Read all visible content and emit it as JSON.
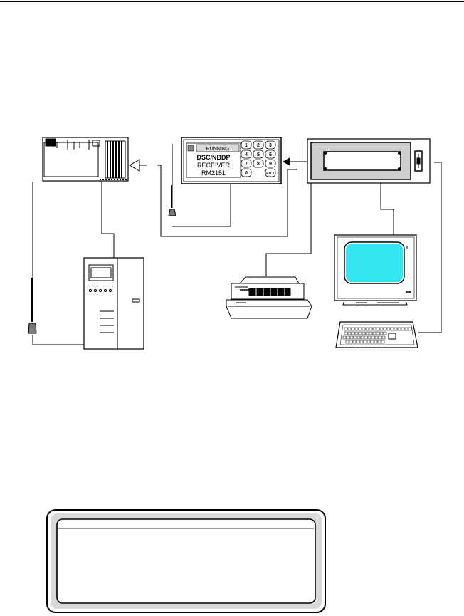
{
  "receiver": {
    "status_label": "RUNNING",
    "title_line1": "DSC/NBDP",
    "title_line2": "RECEIVER",
    "model": "RM2151",
    "keys": [
      "1",
      "2",
      "3",
      "4",
      "5",
      "6",
      "7",
      "8",
      "9",
      "0",
      "EN T"
    ]
  },
  "colors": {
    "line": "#000000",
    "monitor_screen": "#33e6f2",
    "grey_frame": "#cfcfcf",
    "panel_fill": "#ffffff"
  }
}
